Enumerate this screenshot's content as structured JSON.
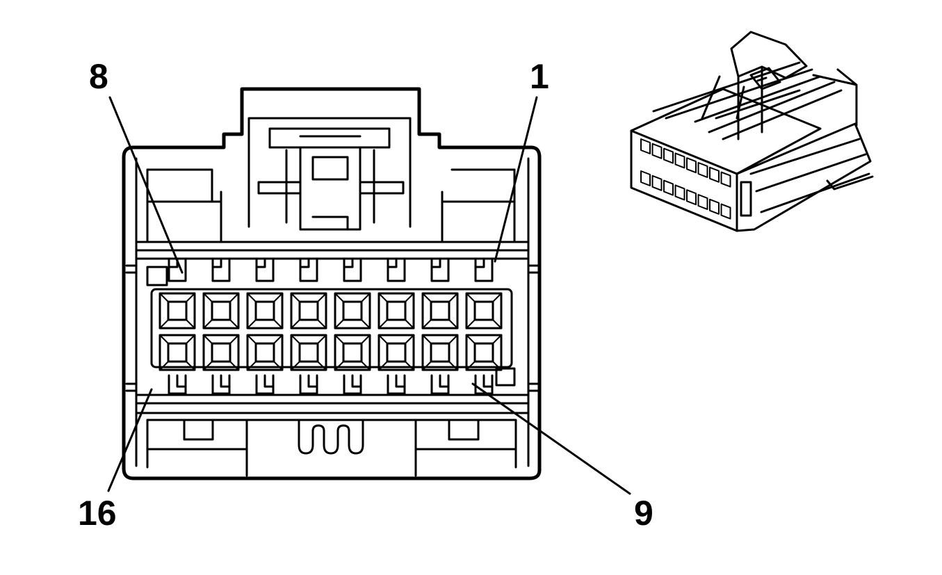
{
  "diagram": {
    "pin_labels": {
      "top_left": "8",
      "top_right": "1",
      "bottom_left": "16",
      "bottom_right": "9"
    },
    "connector": {
      "pins_per_row": 8,
      "rows": 2,
      "total_pins": 16
    }
  }
}
